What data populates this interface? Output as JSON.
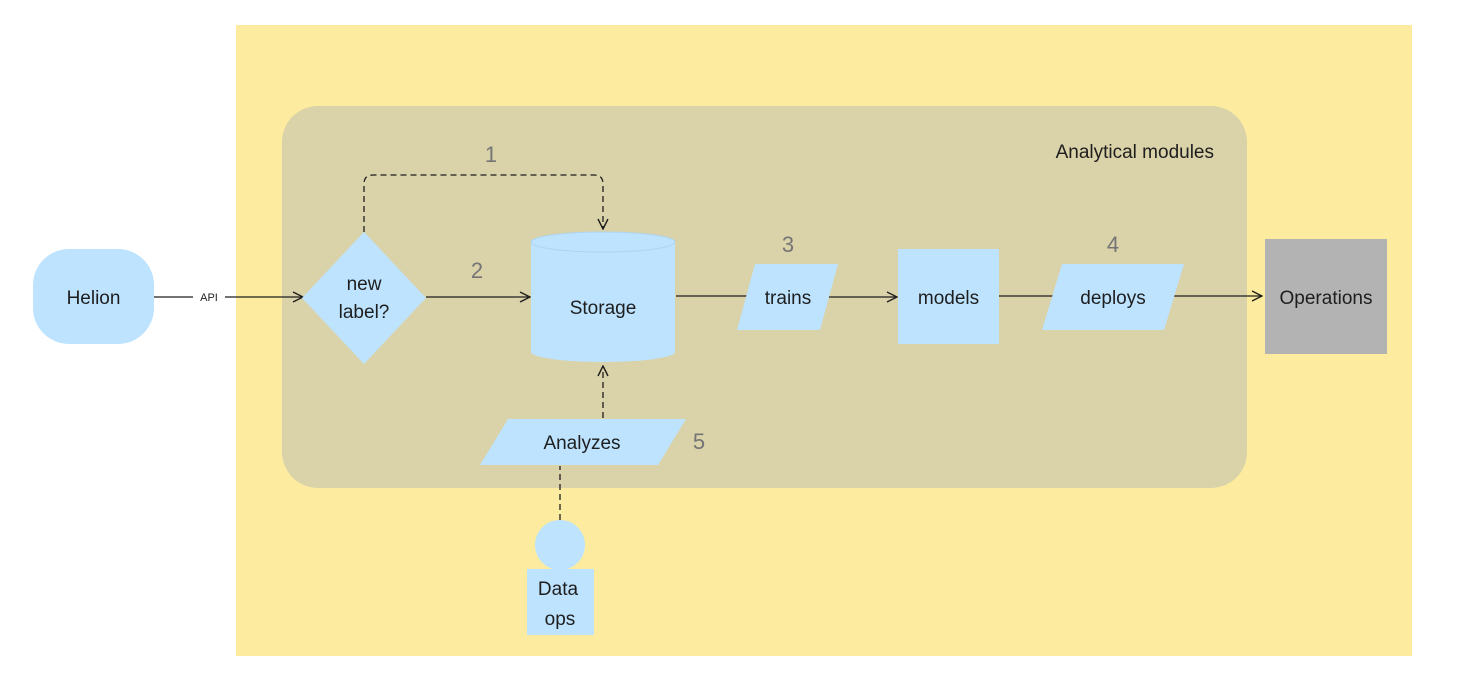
{
  "section": {
    "title": "Analytical modules"
  },
  "nodes": {
    "helion": "Helion",
    "decision_line1": "new",
    "decision_line2": "label?",
    "storage": "Storage",
    "trains": "trains",
    "models": "models",
    "deploys": "deploys",
    "operations": "Operations",
    "analyzes": "Analyzes",
    "data_ops_line1": "Data",
    "data_ops_line2": "ops"
  },
  "edges": {
    "api_label": "API"
  },
  "steps": {
    "s1": "1",
    "s2": "2",
    "s3": "3",
    "s4": "4",
    "s5": "5"
  },
  "colors": {
    "outer_background": "#FDEC9F",
    "module_container": "#DAD2A9",
    "node_fill": "#BDE3FF",
    "operations_fill": "#B3B3B3",
    "line": "#1E1E1E"
  }
}
